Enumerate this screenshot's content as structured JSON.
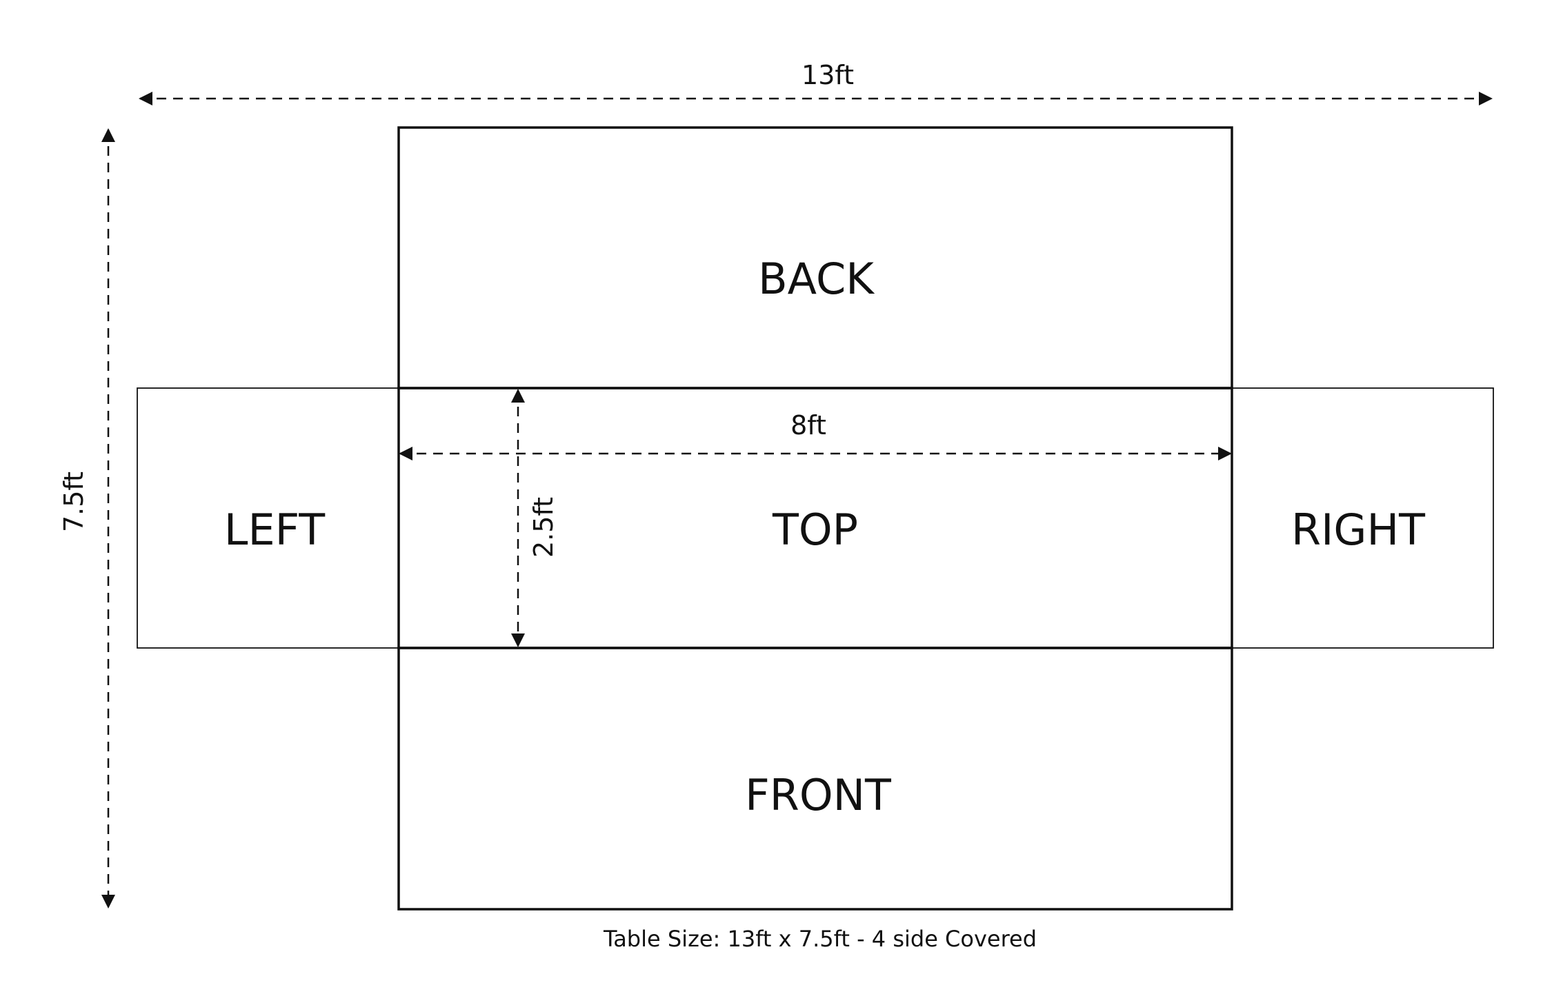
{
  "panels": {
    "back": "BACK",
    "left": "LEFT",
    "top": "TOP",
    "right": "RIGHT",
    "front": "FRONT"
  },
  "dimensions": {
    "overall_width": "13ft",
    "overall_height": "7.5ft",
    "top_width": "8ft",
    "drop_height": "2.5ft"
  },
  "caption": "Table Size: 13ft x 7.5ft - 4 side Covered",
  "colors": {
    "line": "#111111",
    "background": "#ffffff"
  }
}
